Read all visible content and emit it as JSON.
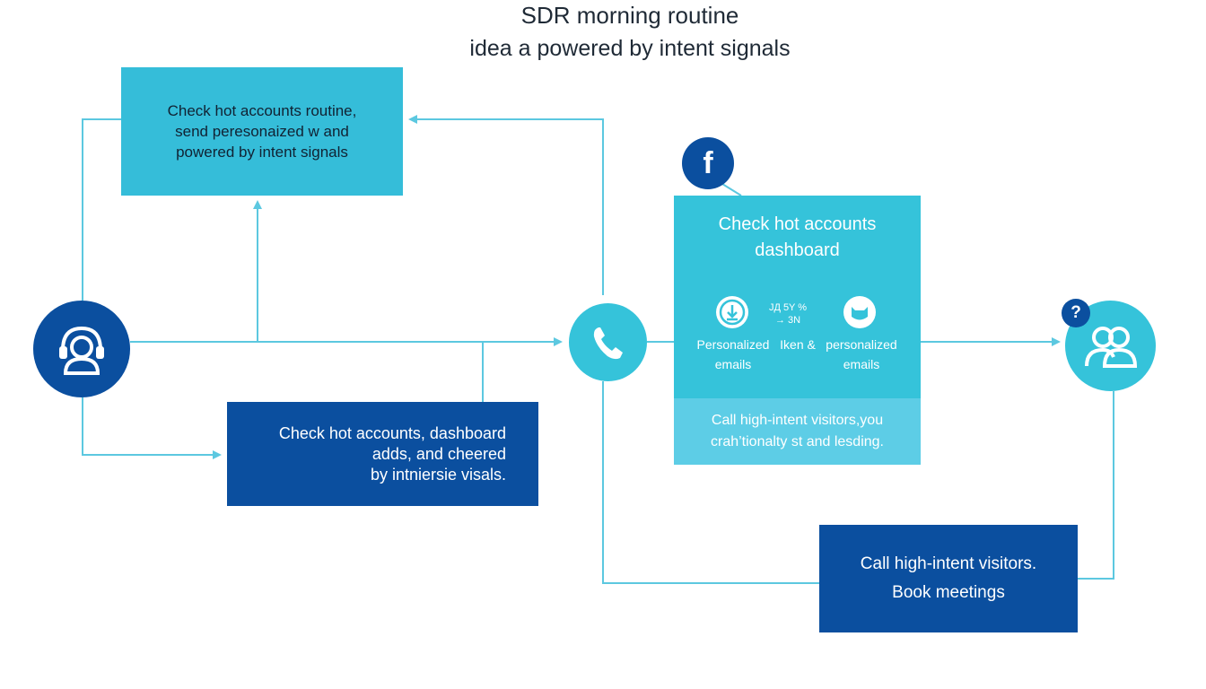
{
  "title": "SDR morning routine",
  "subtitle": "idea a powered by intent signals",
  "box_top_left": {
    "lines": [
      "Check hot accounts routine,",
      "send peresonaized w and",
      "powered by intent signals"
    ]
  },
  "box_bottom_left": {
    "lines": [
      "Check hot accounts, dashboard",
      "adds, and cheered",
      "by intniersie visals."
    ]
  },
  "box_bottom_right": {
    "lines": [
      "Call high-intent visitors.",
      "Book meetings"
    ]
  },
  "dashboard": {
    "title_lines": [
      "Check hot accounts",
      "dashboard"
    ],
    "stat_lines": [
      "JД 5Y %",
      "→ 3N"
    ],
    "labels": [
      {
        "line1": "Personalized",
        "line2": "emails"
      },
      {
        "line1": "Iken &",
        "line2": ""
      },
      {
        "line1": "personalized",
        "line2": "emails"
      }
    ],
    "footer_lines": [
      "Call high-intent visitors,you",
      "crah’tionalty st and lesding."
    ]
  },
  "icons": {
    "agent": "headset-agent-icon",
    "phone": "phone-icon",
    "people": "people-icon",
    "facebook": "facebook-icon",
    "help": "question-mark-icon",
    "facebook_glyph": "f",
    "help_glyph": "?"
  },
  "colors": {
    "dark_blue": "#0b4f9f",
    "cyan": "#35c3da",
    "line": "#5cc8e0"
  }
}
